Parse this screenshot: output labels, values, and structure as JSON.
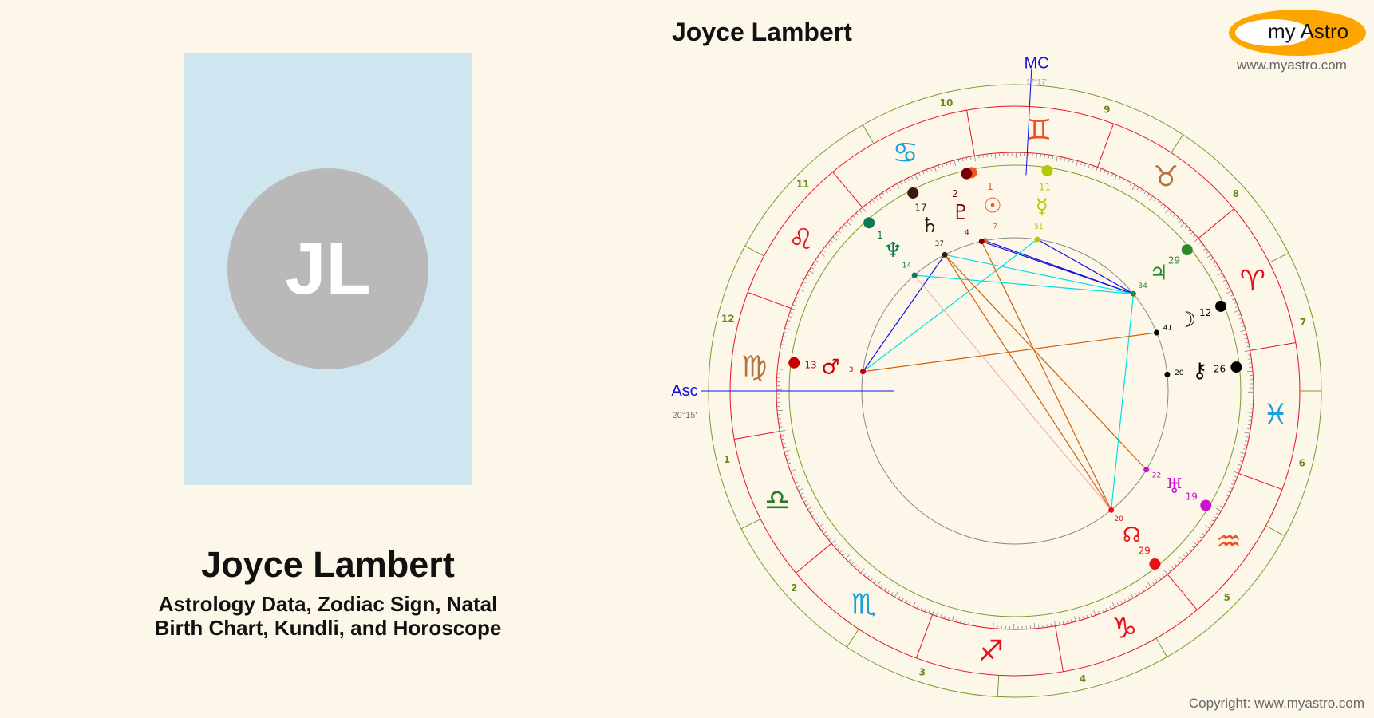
{
  "header": {
    "title": "Joyce Lambert"
  },
  "logo": {
    "text": "my Astro",
    "site": "www.myastro.com"
  },
  "profile": {
    "initials": "JL",
    "name": "Joyce Lambert",
    "subtitle_line1": "Astrology Data, Zodiac Sign, Natal",
    "subtitle_line2": "Birth Chart, Kundli, and Horoscope"
  },
  "footer": {
    "copyright": "Copyright: www.myastro.com"
  },
  "chart": {
    "asc": {
      "label": "Asc",
      "value": "20°15'",
      "longitude": 170.25
    },
    "mc": {
      "label": "MC",
      "value": "17°17'",
      "longitude": 77.3
    },
    "signs": [
      {
        "glyph": "♈︎",
        "color": "#e8101e"
      },
      {
        "glyph": "♉︎",
        "color": "#b5733c"
      },
      {
        "glyph": "♊︎",
        "color": "#f0501e"
      },
      {
        "glyph": "♋︎",
        "color": "#1aa0e0"
      },
      {
        "glyph": "♌︎",
        "color": "#e8101e"
      },
      {
        "glyph": "♍︎",
        "color": "#b5733c"
      },
      {
        "glyph": "♎︎",
        "color": "#2a7a2a"
      },
      {
        "glyph": "♏︎",
        "color": "#1aa0e0"
      },
      {
        "glyph": "♐︎",
        "color": "#e8101e"
      },
      {
        "glyph": "♑︎",
        "color": "#e8101e"
      },
      {
        "glyph": "♒︎",
        "color": "#f0501e"
      },
      {
        "glyph": "♓︎",
        "color": "#1aa0e0"
      }
    ],
    "house_cusps": [
      170.25,
      197,
      227,
      257,
      290,
      322,
      350.25,
      17,
      47,
      77.3,
      110,
      142
    ],
    "house_labels": [
      "1",
      "2",
      "3",
      "4",
      "5",
      "6",
      "7",
      "8",
      "9",
      "10",
      "11",
      "12"
    ],
    "planets": [
      {
        "name": "sun",
        "glyph": "☉",
        "longitude": 91.5,
        "deg": "1",
        "min": "7",
        "color": "#f05a28"
      },
      {
        "name": "pluto",
        "glyph": "♇",
        "longitude": 92.8,
        "deg": "2",
        "min": "4",
        "color": "#7a0000"
      },
      {
        "name": "mercury",
        "glyph": "☿",
        "longitude": 71.9,
        "deg": "11",
        "min": "51",
        "color": "#b8c800"
      },
      {
        "name": "saturn",
        "glyph": "♄",
        "longitude": 107.5,
        "deg": "17",
        "min": "37",
        "color": "#3a1a08"
      },
      {
        "name": "neptune",
        "glyph": "♆",
        "longitude": 121.2,
        "deg": "1",
        "min": "14",
        "color": "#107858"
      },
      {
        "name": "mars",
        "glyph": "♂",
        "longitude": 163,
        "deg": "13",
        "min": "3",
        "color": "#c80000"
      },
      {
        "name": "jupiter",
        "glyph": "♃",
        "longitude": 29.6,
        "deg": "29",
        "min": "34",
        "color": "#2a8a2a"
      },
      {
        "name": "moon",
        "glyph": "☽",
        "longitude": 12.6,
        "deg": "12",
        "min": "41",
        "color": "#000000"
      },
      {
        "name": "chiron",
        "glyph": "⚷",
        "longitude": 356.4,
        "deg": "26",
        "min": "20",
        "color": "#000000"
      },
      {
        "name": "uranus",
        "glyph": "♅",
        "longitude": 319.3,
        "deg": "19",
        "min": "22",
        "color": "#d010d0"
      },
      {
        "name": "node",
        "glyph": "☊",
        "longitude": 299.2,
        "deg": "29",
        "min": "20",
        "color": "#e81010"
      }
    ],
    "aspects": [
      {
        "a": "mars",
        "b": "saturn",
        "color": "#1010e0"
      },
      {
        "a": "pluto",
        "b": "jupiter",
        "color": "#1010e0"
      },
      {
        "a": "mercury",
        "b": "jupiter",
        "color": "#1010e0"
      },
      {
        "a": "sun",
        "b": "jupiter",
        "color": "#1010e0"
      },
      {
        "a": "mars",
        "b": "mercury",
        "color": "#00e0e0"
      },
      {
        "a": "neptune",
        "b": "jupiter",
        "color": "#00e0e0"
      },
      {
        "a": "saturn",
        "b": "jupiter",
        "color": "#00e0e0"
      },
      {
        "a": "node",
        "b": "jupiter",
        "color": "#00e0e0"
      },
      {
        "a": "mars",
        "b": "moon",
        "color": "#d06010"
      },
      {
        "a": "saturn",
        "b": "node",
        "color": "#d06010"
      },
      {
        "a": "saturn",
        "b": "uranus",
        "color": "#d06010"
      },
      {
        "a": "pluto",
        "b": "node",
        "color": "#d06010"
      },
      {
        "a": "neptune",
        "b": "node",
        "color": "#f4b0b0"
      }
    ]
  }
}
